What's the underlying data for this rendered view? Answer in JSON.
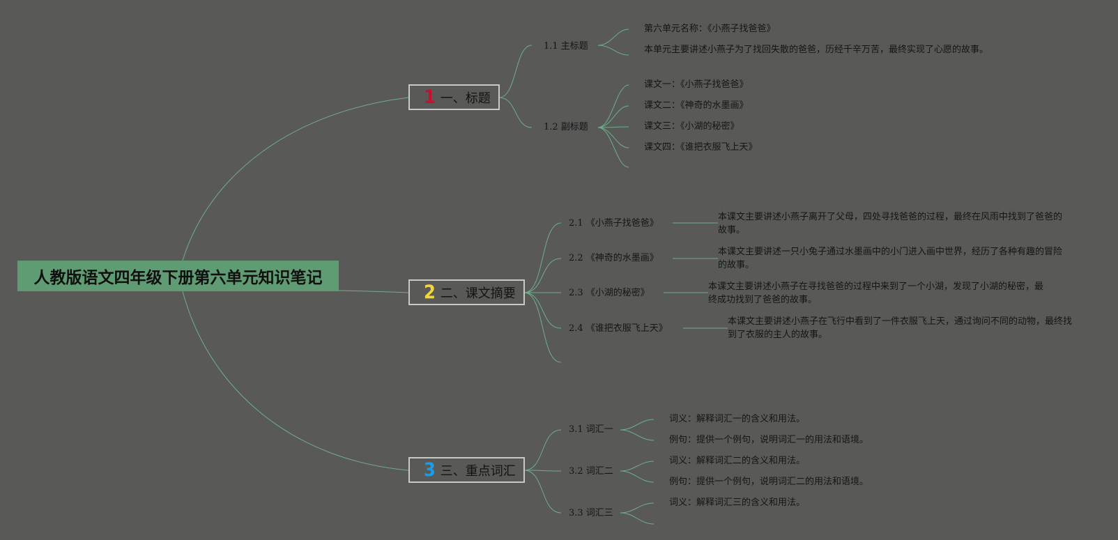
{
  "root": {
    "title": "人教版语文四年级下册第六单元知识笔记"
  },
  "branches": [
    {
      "num": "1",
      "label": "一、标题",
      "num_color": "#c8102e",
      "subs": [
        {
          "label": "1.1 主标题",
          "leaves": [
            "第六单元名称：《小燕子找爸爸》",
            "本单元主要讲述小燕子为了找回失散的爸爸，历经千辛万苦，最终实现了心愿的故事。"
          ]
        },
        {
          "label": "1.2 副标题",
          "leaves": [
            "课文一：《小燕子找爸爸》",
            "课文二：《神奇的水墨画》",
            "课文三：《小湖的秘密》",
            "课文四：《谁把衣服飞上天》"
          ]
        }
      ]
    },
    {
      "num": "2",
      "label": "二、课文摘要",
      "num_color": "#f2d53c",
      "subs": [
        {
          "label": "2.1 《小燕子找爸爸》",
          "leaves": [
            "本课文主要讲述小燕子离开了父母，四处寻找爸爸的过程，最终在风雨中找到了爸爸的故事。"
          ]
        },
        {
          "label": "2.2 《神奇的水墨画》",
          "leaves": [
            "本课文主要讲述一只小兔子通过水墨画中的小门进入画中世界，经历了各种有趣的冒险的故事。"
          ]
        },
        {
          "label": "2.3 《小湖的秘密》",
          "leaves": [
            "本课文主要讲述小燕子在寻找爸爸的过程中来到了一个小湖，发现了小湖的秘密，最终成功找到了爸爸的故事。"
          ]
        },
        {
          "label": "2.4 《谁把衣服飞上天》",
          "leaves": [
            "本课文主要讲述小燕子在飞行中看到了一件衣服飞上天，通过询问不同的动物，最终找到了衣服的主人的故事。"
          ]
        }
      ]
    },
    {
      "num": "3",
      "label": "三、重点词汇",
      "num_color": "#1f9be0",
      "subs": [
        {
          "label": "3.1 词汇一",
          "leaves": [
            "词义：解释词汇一的含义和用法。",
            "例句：提供一个例句，说明词汇一的用法和语境。"
          ]
        },
        {
          "label": "3.2 词汇二",
          "leaves": [
            "词义：解释词汇二的含义和用法。",
            "例句：提供一个例句，说明词汇二的用法和语境。"
          ]
        },
        {
          "label": "3.3 词汇三",
          "leaves": [
            "词义：解释词汇三的含义和用法。"
          ]
        }
      ]
    }
  ],
  "colors": {
    "background": "#595a57",
    "root_fill": "#5f9b73",
    "link": "#6fae8b",
    "branch_border": "#c9c9c9"
  }
}
